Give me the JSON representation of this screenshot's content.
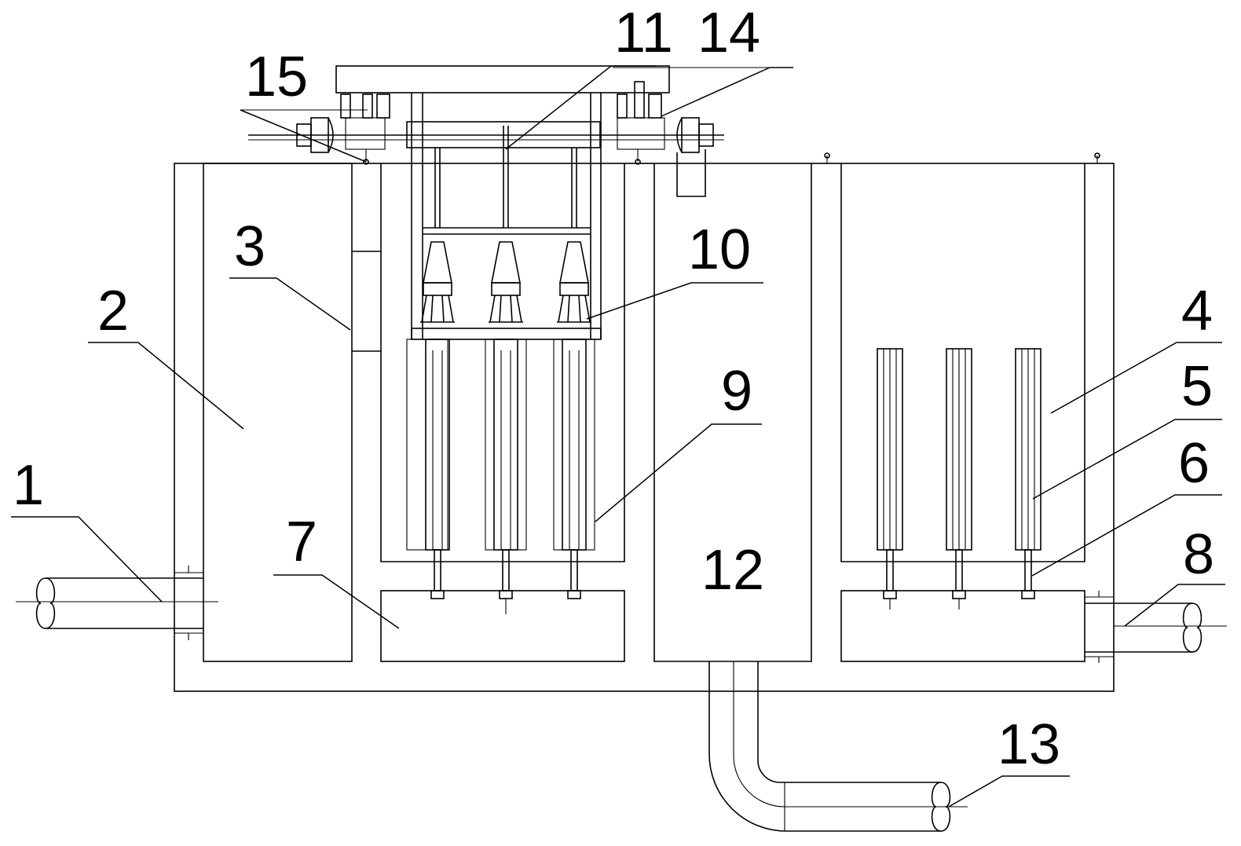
{
  "figure": {
    "labels": [
      {
        "id": "label-1",
        "text": "1"
      },
      {
        "id": "label-2",
        "text": "2"
      },
      {
        "id": "label-3",
        "text": "3"
      },
      {
        "id": "label-4",
        "text": "4"
      },
      {
        "id": "label-5",
        "text": "5"
      },
      {
        "id": "label-6",
        "text": "6"
      },
      {
        "id": "label-7",
        "text": "7"
      },
      {
        "id": "label-8",
        "text": "8"
      },
      {
        "id": "label-9",
        "text": "9"
      },
      {
        "id": "label-10",
        "text": "10"
      },
      {
        "id": "label-11",
        "text": "11"
      },
      {
        "id": "label-12",
        "text": "12"
      },
      {
        "id": "label-13",
        "text": "13"
      },
      {
        "id": "label-14",
        "text": "14"
      },
      {
        "id": "label-15",
        "text": "15"
      }
    ]
  },
  "colors": {
    "line": "#000000",
    "background": "#ffffff"
  }
}
